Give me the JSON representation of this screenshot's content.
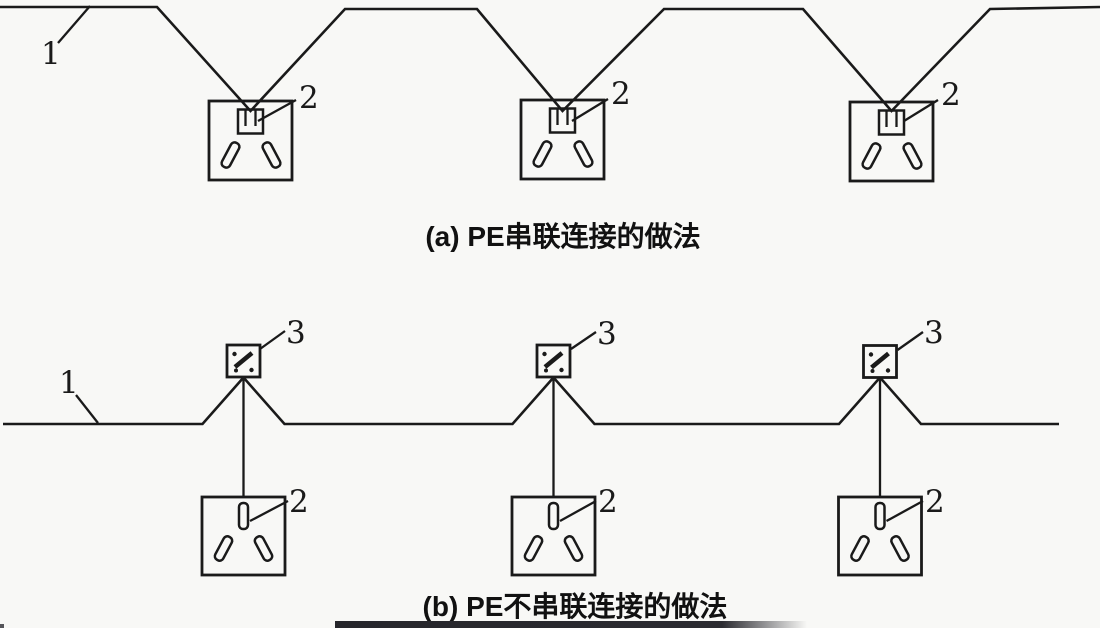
{
  "colors": {
    "background": "#f8f8f6",
    "ink": "#1a1a1a",
    "cropped_bottom_bar": "#26262b"
  },
  "panel_a": {
    "caption": "(a) PE串联连接的做法",
    "wire_label": "1",
    "socket_labels": [
      "2",
      "2",
      "2"
    ]
  },
  "panel_b": {
    "caption": "(b) PE不串联连接的做法",
    "wire_label": "1",
    "junction_box_labels": [
      "3",
      "3",
      "3"
    ],
    "socket_labels": [
      "2",
      "2",
      "2"
    ]
  }
}
